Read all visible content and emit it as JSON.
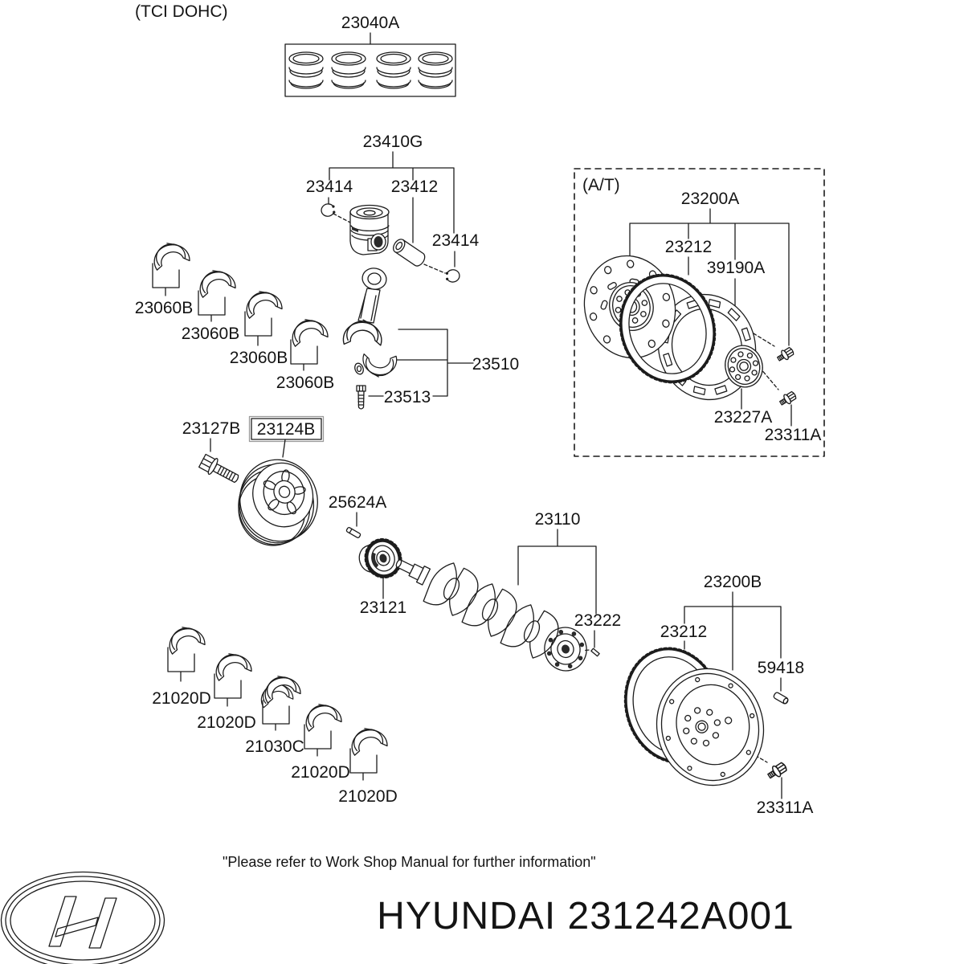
{
  "header": {
    "variant_note": "(TCI DOHC)"
  },
  "parts": {
    "piston_ring_set": "23040A",
    "piston_assembly": "23410G",
    "snap_rings": [
      "23414",
      "23414"
    ],
    "piston_pin": "23412",
    "rod_bearings": [
      "23060B",
      "23060B",
      "23060B",
      "23060B"
    ],
    "connecting_rod": "23510",
    "connecting_rod_bolt": "23513",
    "pulley_bolt": "23127B",
    "crankshaft_pulley": "23124B",
    "woodruff_key": "25624A",
    "crankshaft_sprocket": "23121",
    "crankshaft": "23110",
    "rear_dowel_pin": "23222",
    "at_group_label": "(A/T)",
    "drive_plate_assembly": "23200A",
    "ring_gear_at": "23212",
    "adapter_plate": "39190A",
    "drive_plate_spacer": "23227A",
    "drive_plate_bolt": "23311A",
    "flywheel_assembly": "23200B",
    "ring_gear_mt": "23212",
    "dowel_pin": "59418",
    "flywheel_bolt": "23311A",
    "main_bearings": [
      "21020D",
      "21020D",
      "21030C",
      "21020D",
      "21020D"
    ]
  },
  "footer": {
    "note": "\"Please refer to Work Shop Manual for further information\"",
    "brand_text": "HYUNDAI 231242A001"
  },
  "highlight": {
    "part": "23124B",
    "color": "#c84040"
  }
}
